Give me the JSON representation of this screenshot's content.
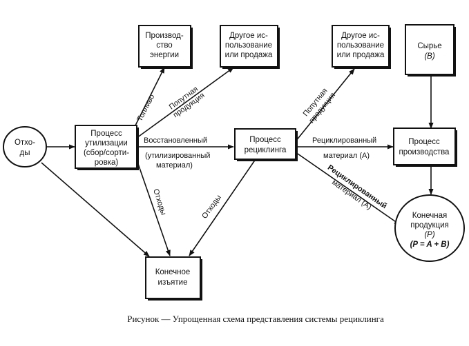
{
  "nodes": {
    "waste_in": [
      "Отхо-",
      "ды"
    ],
    "utilization": [
      "Процесс",
      "утилизации",
      "(сбор/сорти-",
      "ровка)"
    ],
    "energy": [
      "Производ-",
      "ство",
      "энергии"
    ],
    "other_use_1": [
      "Другое ис-",
      "пользование",
      "или продажа"
    ],
    "recycling": [
      "Процесс",
      "рециклинга"
    ],
    "other_use_2": [
      "Другое ис-",
      "пользование",
      "или продажа"
    ],
    "raw": [
      "Сырье",
      "(B)"
    ],
    "production": [
      "Процесс",
      "производства"
    ],
    "final_product": [
      "Конечная",
      "продукция",
      "(P)",
      "(P = A + B)"
    ],
    "final_disposal": [
      "Конечное",
      "изъятие"
    ]
  },
  "edge_labels": {
    "fuel": "Топливо",
    "semi_product_1": [
      "Попутная",
      "продукция"
    ],
    "restored": [
      "Восстановленный",
      "(утилизированный",
      "материал)"
    ],
    "waste_1": "Отходы",
    "waste_2": "Отходы",
    "semi_product_2": [
      "Попутная",
      "продукция"
    ],
    "recycled_1": [
      "Рециклированный",
      "материал (A)"
    ],
    "recycled_2": [
      "Рециклированный",
      "материал (A)"
    ]
  },
  "caption": "Рисунок — Упрощенная схема представления системы рециклинга"
}
